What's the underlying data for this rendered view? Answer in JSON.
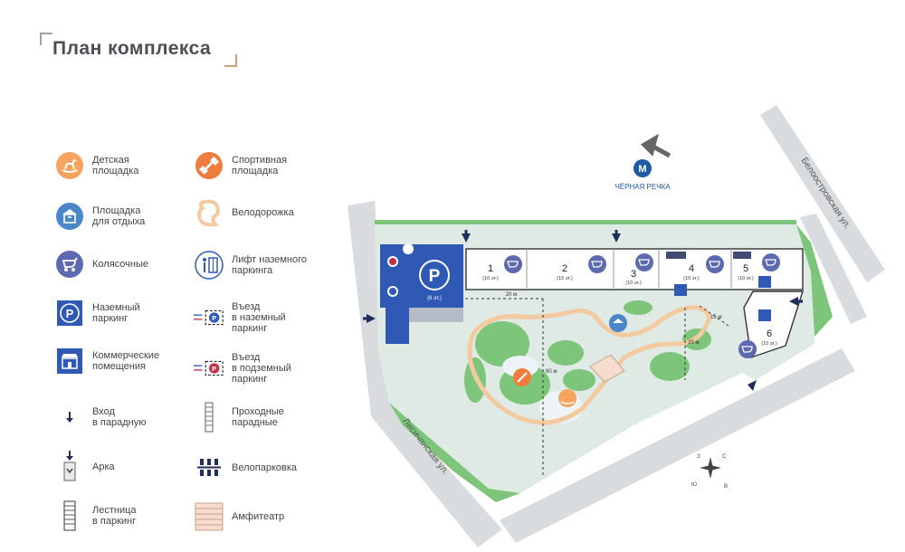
{
  "page": {
    "title": "План комплекса"
  },
  "legend": [
    {
      "id": "playground",
      "icon": "rocking-horse-icon",
      "label": "Детская\nплощадка",
      "color": "#f5a35f"
    },
    {
      "id": "recreation",
      "icon": "gazebo-icon",
      "label": "Площадка\nдля отдыха",
      "color": "#4a86c8"
    },
    {
      "id": "stroller",
      "icon": "stroller-icon",
      "label": "Колясочные",
      "color": "#5d6ab0"
    },
    {
      "id": "ground-parking",
      "icon": "parking-icon",
      "label": "Наземный\nпаркинг",
      "color": "#2f59b5"
    },
    {
      "id": "commercial",
      "icon": "shop-icon",
      "label": "Коммерческие\nпомещения",
      "color": "#2f59b5"
    },
    {
      "id": "entrance",
      "icon": "arrow-down-icon",
      "label": "Вход\nв парадную",
      "color": "#1f2d5a"
    },
    {
      "id": "arch",
      "icon": "arch-icon",
      "label": "Арка",
      "color": "#1f2d5a"
    },
    {
      "id": "stairs",
      "icon": "stairs-icon",
      "label": "Лестница\nв паркинг",
      "color": "#555555"
    },
    {
      "id": "sports",
      "icon": "dumbbell-icon",
      "label": "Спортивная\nплощадка",
      "color": "#f07c3e"
    },
    {
      "id": "bike-path",
      "icon": "bike-path-icon",
      "label": "Велодорожка",
      "color": "#f3c9a0"
    },
    {
      "id": "lift",
      "icon": "lift-icon",
      "label": "Лифт наземного\nпаркинга",
      "color": "#2f59b5"
    },
    {
      "id": "entry-ground",
      "icon": "entry-ground-parking-icon",
      "label": "Въезд\nв наземный\nпаркинг",
      "color": "#2f59b5"
    },
    {
      "id": "entry-underground",
      "icon": "entry-underground-parking-icon",
      "label": "Въезд\nв подземный\nпаркинг",
      "color": "#c0304a"
    },
    {
      "id": "passage",
      "icon": "passage-entrance-icon",
      "label": "Проходные\nпарадные",
      "color": "#777777"
    },
    {
      "id": "bike-parking",
      "icon": "bike-rack-icon",
      "label": "Велопарковка",
      "color": "#1f2d5a"
    },
    {
      "id": "amphitheatre",
      "icon": "amphitheatre-icon",
      "label": "Амфитеатр",
      "color": "#e8b89a"
    }
  ],
  "map": {
    "metro": "ЧЁРНАЯ РЕЧКА",
    "street_right": "Белоостровская ул.",
    "street_left": "Лисичанская ул.",
    "parking_label": "(6 эт.)",
    "buildings": [
      {
        "number": "1",
        "floors": "(10 эт.)"
      },
      {
        "number": "2",
        "floors": "(10 эт.)"
      },
      {
        "number": "3",
        "floors": "(10 эт.)"
      },
      {
        "number": "4",
        "floors": "(10 эт.)"
      },
      {
        "number": "5",
        "floors": "(10 эт.)"
      },
      {
        "number": "6",
        "floors": "(10 эт.)"
      }
    ],
    "distances": [
      "20 м",
      "60 м",
      "15 м",
      "35 м"
    ],
    "compass": {
      "n": "С",
      "s": "Ю",
      "w": "З",
      "e": "В"
    }
  },
  "colors": {
    "green": "#7cc57a",
    "lawn": "#dfeae4",
    "street": "#d9dcde",
    "parking": "#2f59b5",
    "bike_path": "#f3c9a0",
    "water": "#eef3f8"
  }
}
